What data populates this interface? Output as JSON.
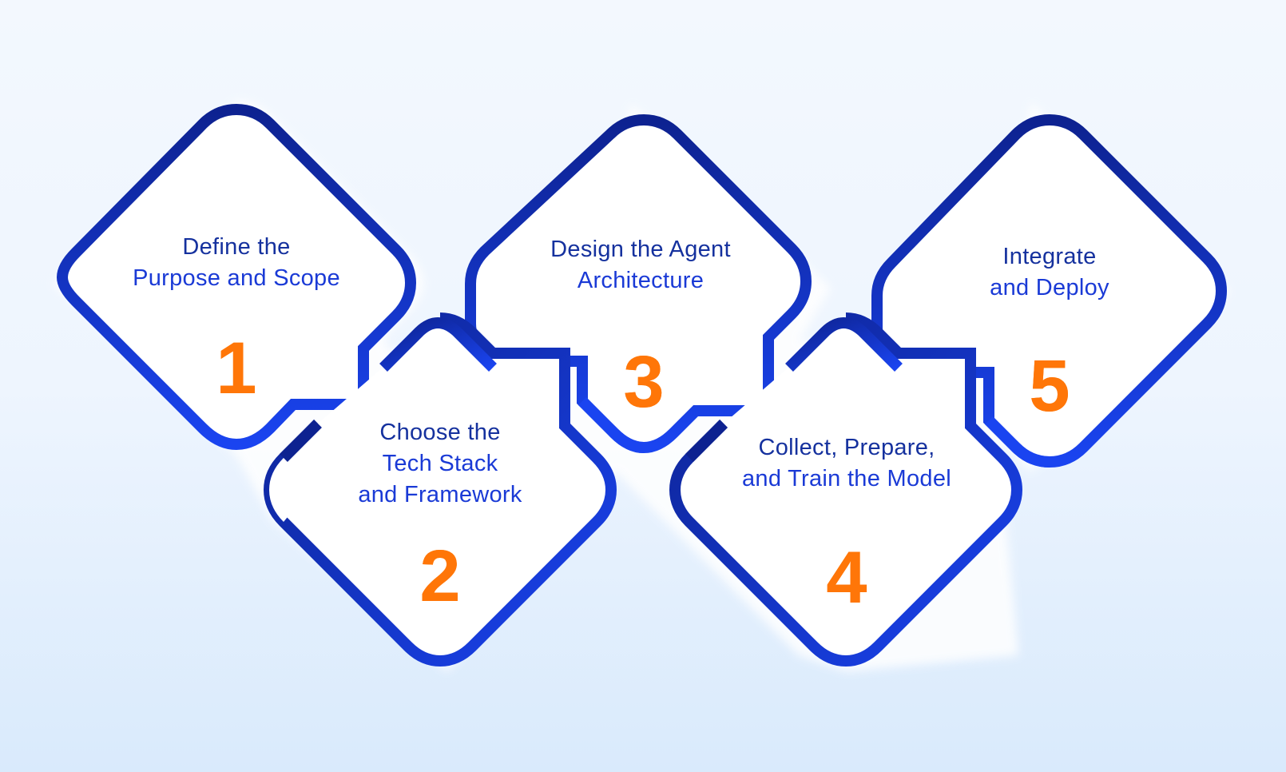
{
  "diagram": {
    "type": "process-steps",
    "colors": {
      "background_top": "#f3f8fe",
      "background_bottom": "#d9eafc",
      "outline_dark": "#0d2290",
      "outline_bright": "#1a44f0",
      "label_text": "#1a3ad6",
      "number_orange": "#ff7608",
      "halo": "#ffffff"
    },
    "steps": [
      {
        "number": "1",
        "lines": [
          "Define the",
          "Purpose and Scope"
        ]
      },
      {
        "number": "2",
        "lines": [
          "Choose the",
          "Tech Stack",
          "and Framework"
        ]
      },
      {
        "number": "3",
        "lines": [
          "Design the Agent",
          "Architecture"
        ]
      },
      {
        "number": "4",
        "lines": [
          "Collect, Prepare,",
          "and Train the Model"
        ]
      },
      {
        "number": "5",
        "lines": [
          "Integrate",
          "and Deploy"
        ]
      }
    ]
  }
}
